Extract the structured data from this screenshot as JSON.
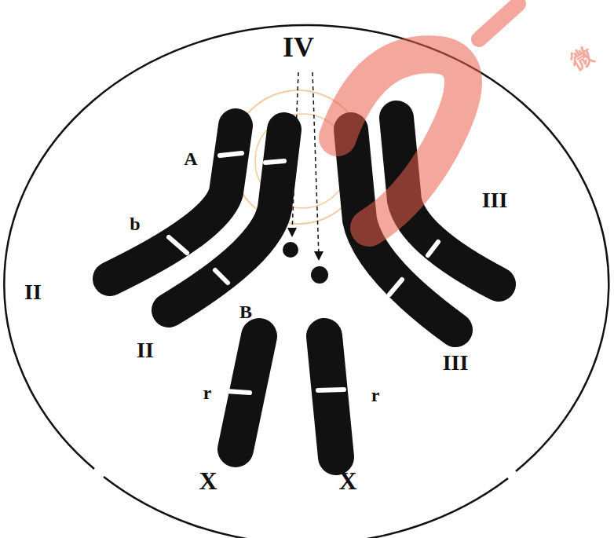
{
  "diagram": {
    "labels": [
      "IV",
      "微",
      "A",
      "b",
      "III",
      "II",
      "B",
      "II",
      "III",
      "r",
      "r",
      "X",
      "X"
    ]
  }
}
